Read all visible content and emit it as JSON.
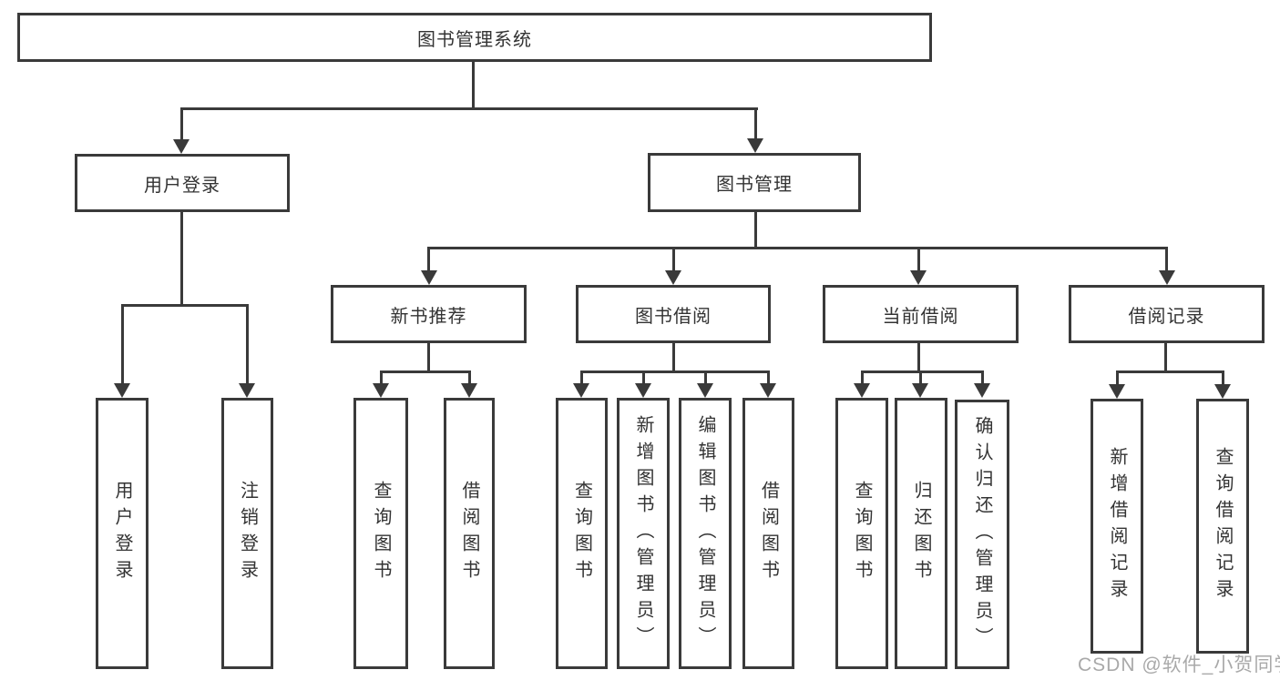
{
  "diagram": {
    "type": "hierarchy-tree",
    "title": "图书管理系统",
    "nodes": {
      "root": {
        "label": "图书管理系统",
        "children": [
          "user_login",
          "book_mgmt"
        ]
      },
      "user_login": {
        "label": "用户登录",
        "children": [
          "ul_login",
          "ul_logout"
        ]
      },
      "book_mgmt": {
        "label": "图书管理",
        "children": [
          "new_book_rec",
          "book_borrow",
          "current_borrow",
          "borrow_records"
        ]
      },
      "new_book_rec": {
        "label": "新书推荐",
        "children": [
          "nb_query",
          "nb_borrow"
        ]
      },
      "book_borrow": {
        "label": "图书借阅",
        "children": [
          "bb_query",
          "bb_add",
          "bb_edit",
          "bb_borrow"
        ]
      },
      "current_borrow": {
        "label": "当前借阅",
        "children": [
          "cb_query",
          "cb_return",
          "cb_confirm"
        ]
      },
      "borrow_records": {
        "label": "借阅记录",
        "children": [
          "br_add",
          "br_query"
        ]
      },
      "ul_login": {
        "label": "用户登录"
      },
      "ul_logout": {
        "label": "注销登录"
      },
      "nb_query": {
        "label": "查询图书"
      },
      "nb_borrow": {
        "label": "借阅图书"
      },
      "bb_query": {
        "label": "查询图书"
      },
      "bb_add": {
        "label": "新增图书（管理员）"
      },
      "bb_edit": {
        "label": "编辑图书（管理员）"
      },
      "bb_borrow": {
        "label": "借阅图书"
      },
      "cb_query": {
        "label": "查询图书"
      },
      "cb_return": {
        "label": "归还图书"
      },
      "cb_confirm": {
        "label": "确认归还（管理员）"
      },
      "br_add": {
        "label": "新增借阅记录"
      },
      "br_query": {
        "label": "查询借阅记录"
      }
    }
  },
  "watermark": {
    "text": "CSDN @软件_小贺同学"
  },
  "colors": {
    "line": "#3a3a3a",
    "text": "#333333",
    "watermark": "#a0a0a0",
    "background": "#ffffff"
  }
}
